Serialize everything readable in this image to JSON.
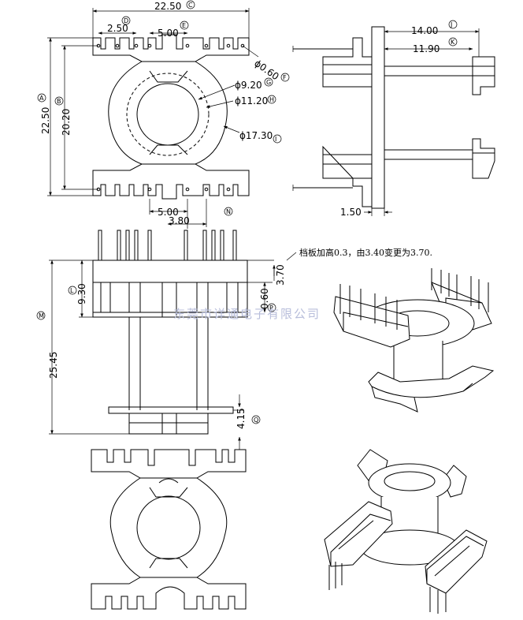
{
  "top_view": {
    "width": "22.50",
    "width_tag": "C",
    "pitch": "2.50",
    "pitch_tag": "D",
    "slot": "5.00",
    "slot_tag": "E",
    "pin_dia": "ϕ0.60",
    "pin_dia_tag": "F",
    "inner_dia": "ϕ9.20",
    "inner_dia_tag": "G",
    "outer_dia": "ϕ11.20",
    "outer_dia_tag": "H",
    "flange_dia": "ϕ17.30",
    "flange_dia_tag": "I",
    "height": "22.50",
    "height_tag": "A",
    "inner_height": "20.20",
    "inner_height_tag": "B",
    "bottom_slot": "5.00",
    "bottom_pitch": "3.80",
    "bottom_pitch_tag": "N"
  },
  "side_view": {
    "overall": "14.00",
    "overall_tag": "J",
    "inner": "11.90",
    "inner_tag": "K",
    "flange": "1.50"
  },
  "front_view": {
    "pin_length": "3.70",
    "head_height": "9.30",
    "head_height_tag": "L",
    "total_height": "25.45",
    "total_height_tag": "M",
    "shoulder": "0.60",
    "shoulder_tag": "P",
    "base": "4.15",
    "base_tag": "Q"
  },
  "note": "档板加高0.3，由3.40变更为3.70.",
  "watermark": "东莞市详通电子有限公司"
}
